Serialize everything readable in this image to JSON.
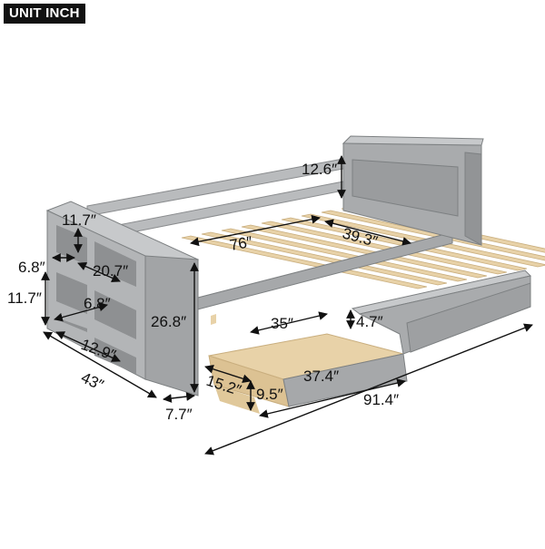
{
  "badge": {
    "label": "UNIT INCH"
  },
  "colors": {
    "frame_gray": "#9a9c9e",
    "frame_light": "#b9bbbd",
    "frame_dark": "#7d8082",
    "wood": "#e8d2a8",
    "wood_edge": "#c9ae7e",
    "dimension_line": "#111111"
  },
  "dimensions": {
    "headboard_height": "12.6″",
    "slat_span": "39.3″",
    "bed_length_inner": "76″",
    "shelf_top_height": "11.7″",
    "shelf_side_depth": "6.8″",
    "shelf_inner_width": "20.7″",
    "shelf_left_height": "11.7″",
    "shelf_lower_depth": "6.8″",
    "shelf_total_height": "26.8″",
    "shelf_width": "12.9″",
    "bed_width": "43″",
    "shelf_depth": "7.7″",
    "drawer_length": "35″",
    "drawer_handle_height": "4.7″",
    "drawer_depth": "15.2″",
    "drawer_height": "9.5″",
    "drawer_inner_length": "37.4″",
    "total_length": "91.4″"
  }
}
